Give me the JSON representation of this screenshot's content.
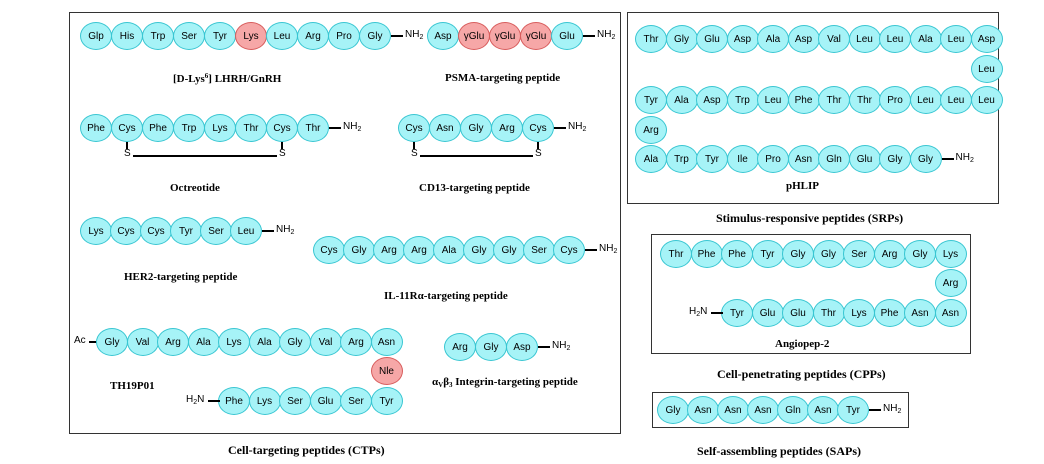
{
  "panels": {
    "ctp_caption": "Cell-targeting peptides (CTPs)",
    "srp_caption": "Stimulus-responsive peptides (SRPs)",
    "cpp_caption": "Cell-penetrating peptides (CPPs)",
    "sap_caption": "Self-assembling peptides (SAPs)"
  },
  "colors": {
    "bead": "#a6f3f7",
    "bead_border": "#39c6d2",
    "highlight": "#f6a7a7",
    "highlight_border": "#d85d5d"
  },
  "lhrh": {
    "residues": [
      "Glp",
      "His",
      "Trp",
      "Ser",
      "Tyr",
      "Lys",
      "Leu",
      "Arg",
      "Pro",
      "Gly"
    ],
    "highlight": [
      5
    ],
    "c_term": "NH2",
    "label_pre": "[D-Lys",
    "label_sup": "6",
    "label_post": "] LHRH/GnRH"
  },
  "psma": {
    "residues": [
      "Asp",
      "γGlu",
      "γGlu",
      "γGlu",
      "Glu"
    ],
    "highlight": [
      1,
      2,
      3
    ],
    "c_term": "NH2",
    "label": "PSMA-targeting peptide"
  },
  "octreotide": {
    "residues": [
      "Phe",
      "Cys",
      "Phe",
      "Trp",
      "Lys",
      "Thr",
      "Cys",
      "Thr"
    ],
    "c_term": "NH2",
    "s1": "S",
    "s2": "S",
    "label": "Octreotide"
  },
  "cd13": {
    "residues": [
      "Cys",
      "Asn",
      "Gly",
      "Arg",
      "Cys"
    ],
    "c_term": "NH2",
    "s1": "S",
    "s2": "S",
    "label": "CD13-targeting peptide"
  },
  "her2": {
    "residues": [
      "Lys",
      "Cys",
      "Cys",
      "Tyr",
      "Ser",
      "Leu"
    ],
    "c_term": "NH2",
    "label": "HER2-targeting peptide"
  },
  "il11": {
    "residues": [
      "Cys",
      "Gly",
      "Arg",
      "Arg",
      "Ala",
      "Gly",
      "Gly",
      "Ser",
      "Cys"
    ],
    "c_term": "NH2",
    "label": "IL-11Rα-targeting peptide"
  },
  "th19p01": {
    "n_term": "Ac",
    "row1": [
      "Gly",
      "Val",
      "Arg",
      "Ala",
      "Lys",
      "Ala",
      "Gly",
      "Val",
      "Arg",
      "Asn"
    ],
    "turn": "Nle",
    "row2": [
      "Tyr",
      "Ser",
      "Glu",
      "Ser",
      "Lys",
      "Phe"
    ],
    "row2_n_term": "H2N",
    "label": "TH19P01"
  },
  "avb3": {
    "residues": [
      "Arg",
      "Gly",
      "Asp"
    ],
    "c_term": "NH2",
    "label_pre": "α",
    "label_sub1": "V",
    "label_mid": "β",
    "label_sub2": "3",
    "label_post": " Integrin-targeting peptide"
  },
  "phlip": {
    "row1": [
      "Thr",
      "Gly",
      "Glu",
      "Asp",
      "Ala",
      "Asp",
      "Val",
      "Leu",
      "Leu",
      "Ala",
      "Leu",
      "Asp"
    ],
    "turn1": "Leu",
    "row2": [
      "Tyr",
      "Ala",
      "Asp",
      "Trp",
      "Leu",
      "Phe",
      "Thr",
      "Thr",
      "Pro",
      "Leu",
      "Leu",
      "Leu"
    ],
    "turn2": "Arg",
    "row3": [
      "Ala",
      "Trp",
      "Tyr",
      "Ile",
      "Pro",
      "Asn",
      "Gln",
      "Glu",
      "Gly",
      "Gly"
    ],
    "c_term": "NH2",
    "label": "pHLIP"
  },
  "angiopep": {
    "row1": [
      "Thr",
      "Phe",
      "Phe",
      "Tyr",
      "Gly",
      "Gly",
      "Ser",
      "Arg",
      "Gly",
      "Lys"
    ],
    "turn": "Arg",
    "row2": [
      "Tyr",
      "Glu",
      "Glu",
      "Thr",
      "Lys",
      "Phe",
      "Asn",
      "Asn"
    ],
    "n_term": "H2N",
    "label": "Angiopep-2"
  },
  "sap": {
    "residues": [
      "Gly",
      "Asn",
      "Asn",
      "Asn",
      "Gln",
      "Asn",
      "Tyr"
    ],
    "c_term": "NH2"
  }
}
